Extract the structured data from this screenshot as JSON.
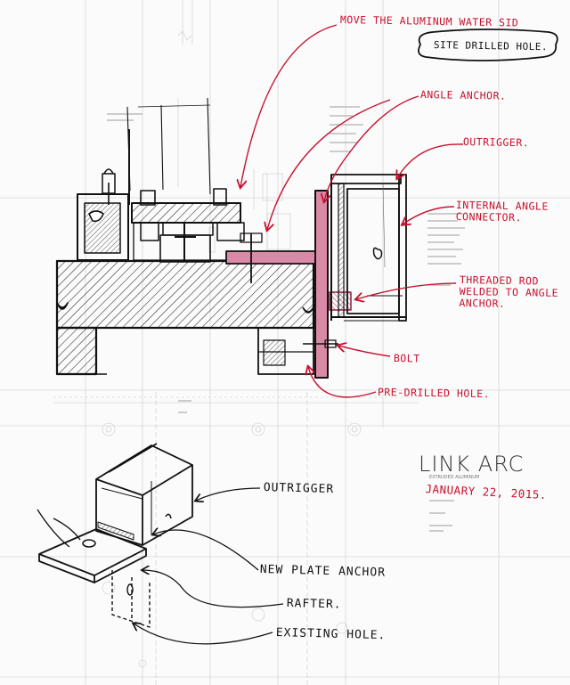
{
  "annotations_red": {
    "move_aluminum": "MOVE THE ALUMINUM WATER SID",
    "site_drilled": "SITE DRILLED HOLE.",
    "angle_anchor": "ANGLE ANCHOR.",
    "outrigger": "OUTRIGGER.",
    "internal_angle": "INTERNAL ANGLE\nCONNECTOR.",
    "threaded_rod": "THREADED ROD\nWELDED TO ANGLE\nANCHOR.",
    "bolt": "BOLT",
    "pre_drilled": "PRE-DRILLED HOLE."
  },
  "annotations_black": {
    "outrigger": "OUTRIGGER",
    "new_plate_anchor": "NEW PLATE ANCHOR",
    "rafter": "RAFTER.",
    "existing_hole": "EXISTING HOLE."
  },
  "title_block": {
    "logo": "LINK ARC",
    "subtitle": "EXTRUDED ALUMINUM",
    "date": "JANUARY 22, 2015."
  },
  "colors": {
    "red_ink": "#c8102e",
    "black_ink": "#111111",
    "magenta_fill": "#d98aa6",
    "grey_line": "#b0b0b0"
  }
}
